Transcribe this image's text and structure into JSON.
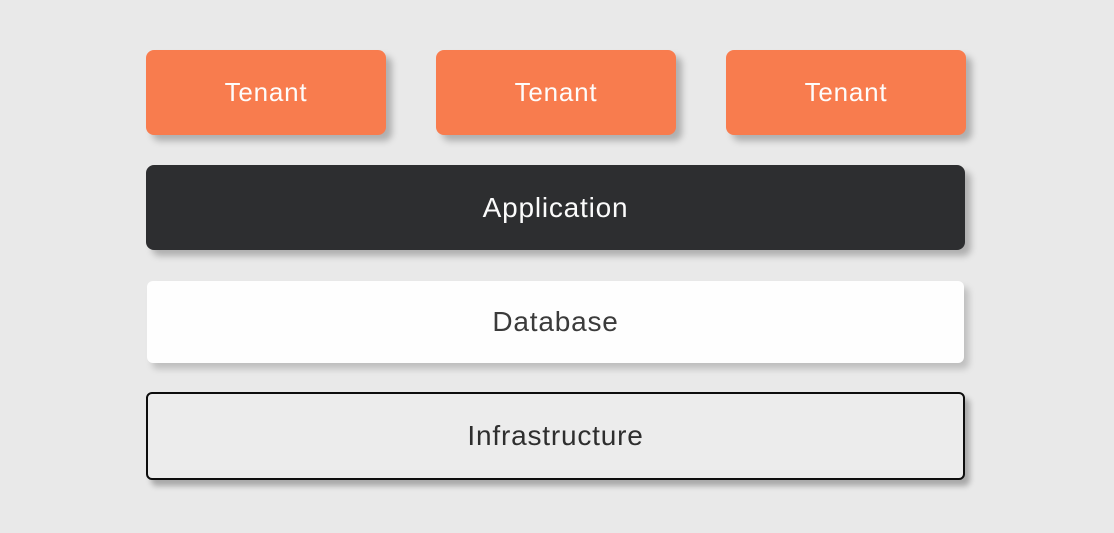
{
  "diagram": {
    "title": "multi-tenant-architecture-stack",
    "tenants": [
      {
        "label": "Tenant"
      },
      {
        "label": "Tenant"
      },
      {
        "label": "Tenant"
      }
    ],
    "layers": {
      "application": {
        "label": "Application"
      },
      "database": {
        "label": "Database"
      },
      "infrastructure": {
        "label": "Infrastructure"
      }
    },
    "colors": {
      "background": "#e9e9e9",
      "tenant_fill": "#f87c4e",
      "tenant_text": "#fdfcfb",
      "application_fill": "#2d2e30",
      "application_text": "#fbfbfb",
      "database_fill": "#fefefe",
      "database_text": "#3b3b3b",
      "infrastructure_fill": "#ececec",
      "infrastructure_border": "#0d0d0d",
      "infrastructure_text": "#2e2e2e"
    }
  }
}
